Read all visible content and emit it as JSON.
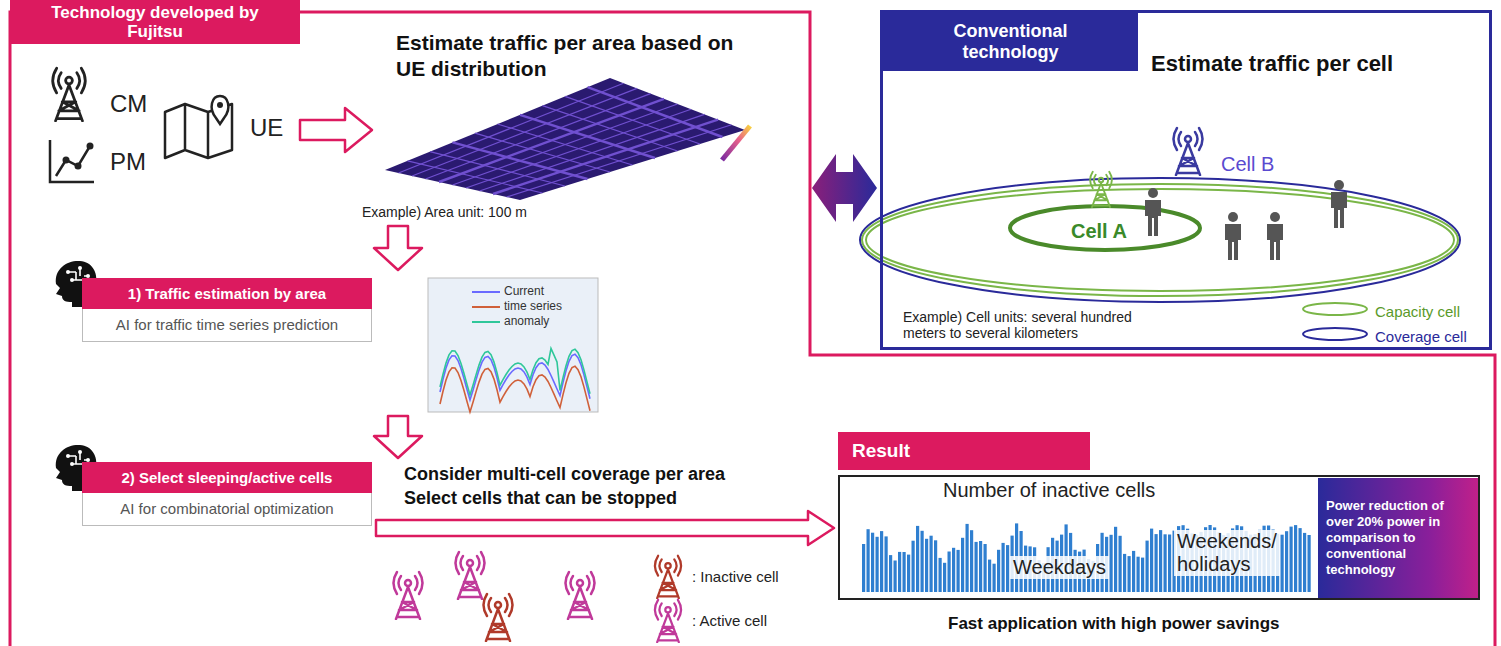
{
  "diagram": {
    "nodes": [
      {
        "text": [
          "Technology developed by Fujitsu"
        ]
      },
      {
        "text": [
          "Conventional technology",
          "Estimate traffic per cell"
        ]
      },
      {
        "text": [
          "1) Traffic estimation by area",
          "AI for traffic time series prediction"
        ],
        "in": 0
      },
      {
        "text": [
          "2) Select sleeping/active cells",
          "AI for combinatorial optimization"
        ],
        "in": 0
      },
      {
        "text": [
          "Result",
          "Number of inactive cells",
          "Weekdays",
          "Weekends/ holidays"
        ],
        "in": 0
      },
      {
        "text": [
          "Power reduction of over 20% power in comparison to conventional technology"
        ],
        "in": 4
      }
    ],
    "edges": [
      {
        "from": 0,
        "to": 1,
        "arrow": "both"
      },
      {
        "from": 3,
        "to": 4,
        "arrow": "to"
      }
    ],
    "labels": [
      "CM",
      "PM",
      "UE",
      "Estimate traffic per area based on UE distribution",
      "Example) Area unit: 100 m",
      "Consider multi-cell coverage per area Select cells that can be stopped",
      "Cell A",
      "Cell B",
      "Example) Cell units: several hundred meters to several kilometers",
      "Fast application with high power savings"
    ],
    "legend": [
      {
        "text": "Current"
      },
      {
        "text": "time series"
      },
      {
        "text": "anomaly"
      },
      {
        "text": "Capacity cell"
      },
      {
        "text": "Coverage cell"
      },
      {
        "text": ": Inactive cell"
      },
      {
        "text": ": Active cell"
      }
    ]
  }
}
